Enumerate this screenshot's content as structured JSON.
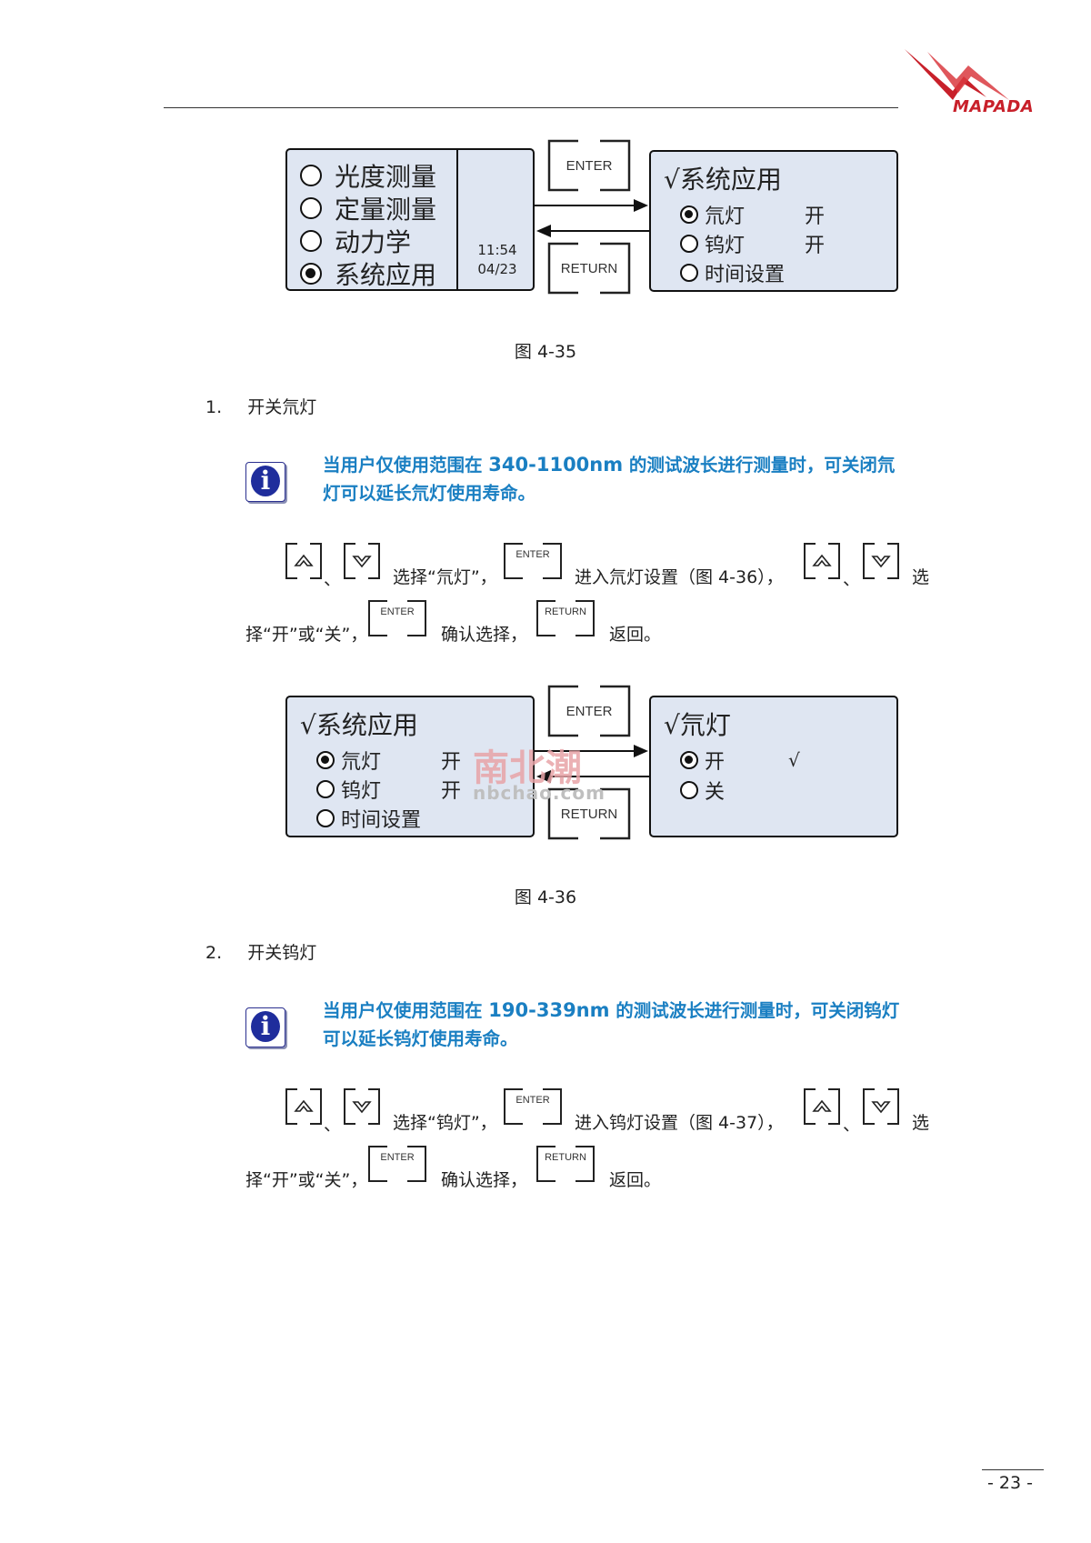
{
  "brand": {
    "logo_text": "MAPADA",
    "logo_color": "#c8202a"
  },
  "fig1": {
    "left_panel": {
      "items": [
        {
          "label": "光度测量",
          "selected": false
        },
        {
          "label": "定量测量",
          "selected": false
        },
        {
          "label": "动力学",
          "selected": false
        },
        {
          "label": "系统应用",
          "selected": true
        }
      ],
      "time": "11:54",
      "date": "04/23"
    },
    "enter_label": "ENTER",
    "return_label": "RETURN",
    "right_panel": {
      "title": "√系统应用",
      "items": [
        {
          "label": "氘灯",
          "value": "开",
          "selected": true
        },
        {
          "label": "钨灯",
          "value": "开",
          "selected": false
        },
        {
          "label": "时间设置",
          "value": "",
          "selected": false
        }
      ]
    },
    "caption": "图 4-35"
  },
  "section1": {
    "number": "1.",
    "title": "开关氘灯",
    "note_pre": "当用户仅使用范围在 ",
    "note_range": "340-1100nm",
    "note_post": " 的测试波长进行测量时，可关闭氘",
    "note_line2": "灯可以延长氘灯使用寿命。",
    "t_sep": "、",
    "t_select": "选择“氘灯”，",
    "t_enter_setting": "进入氘灯设置（图 4-36），",
    "t_choose": "选",
    "t_line2": "择“开”或“关”，",
    "t_confirm": "确认选择，",
    "t_back": "返回。"
  },
  "fig2": {
    "left_panel": {
      "title": "√系统应用",
      "items": [
        {
          "label": "氘灯",
          "value": "开",
          "selected": true
        },
        {
          "label": "钨灯",
          "value": "开",
          "selected": false
        },
        {
          "label": "时间设置",
          "value": "",
          "selected": false
        }
      ]
    },
    "enter_label": "ENTER",
    "return_label": "RETURN",
    "right_panel": {
      "title": "√氘灯",
      "items": [
        {
          "label": "开",
          "mark": "√",
          "selected": true
        },
        {
          "label": "关",
          "mark": "",
          "selected": false
        }
      ]
    },
    "watermark": "南北潮",
    "watermark_url": "nbchao.com",
    "caption": "图 4-36"
  },
  "section2": {
    "number": "2.",
    "title": "开关钨灯",
    "note_pre": "当用户仅使用范围在 ",
    "note_range": "190-339nm",
    "note_post": " 的测试波长进行测量时，可关闭钨灯",
    "note_line2": "可以延长钨灯使用寿命。",
    "t_sep": "、",
    "t_select": "选择“钨灯”，",
    "t_enter_setting": "进入钨灯设置（图 4-37），",
    "t_choose": "选",
    "t_line2": "择“开”或“关”，",
    "t_confirm": "确认选择，",
    "t_back": "返回。"
  },
  "keys": {
    "enter": "ENTER",
    "return": "RETURN",
    "up_icon": "up-arrow-icon",
    "down_icon": "down-arrow-icon"
  },
  "page_number": "- 23 -"
}
